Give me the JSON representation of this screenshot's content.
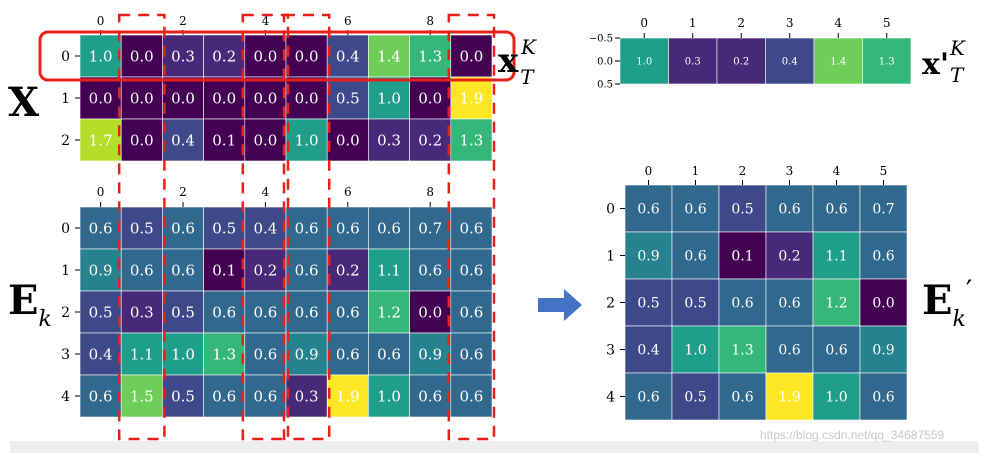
{
  "colors": {
    "viridis": [
      "#440154",
      "#482878",
      "#3e4989",
      "#31688e",
      "#26828e",
      "#1f9e89",
      "#35b779",
      "#6ece58",
      "#b5de2b",
      "#fde725"
    ],
    "highlight_red": "#e8201a",
    "arrow_blue": "#4472c4",
    "cell_text": "#ffffff"
  },
  "labels": {
    "x": "X",
    "e": "E",
    "e_sub": "k",
    "xt": "x",
    "xt_sub": "T",
    "xt_sup": "K",
    "xtp": "x",
    "xtp_prime": "'",
    "xtp_sub": "T",
    "xtp_sup": "K",
    "ep": "E",
    "ep_sub": "k",
    "ep_prime": "′"
  },
  "selected_columns": [
    1,
    4,
    5,
    9
  ],
  "watermark": "https://blog.csdn.net/qq_34687559",
  "chart_data": [
    {
      "type": "heatmap",
      "id": "X",
      "col_ticks": [
        "0",
        "2",
        "4",
        "6",
        "8"
      ],
      "col_tick_index": [
        0,
        2,
        4,
        6,
        8
      ],
      "row_labels": [
        "0",
        "1",
        "2"
      ],
      "values": [
        [
          1.0,
          0.0,
          0.3,
          0.2,
          0.0,
          0.0,
          0.4,
          1.4,
          1.3,
          0.0
        ],
        [
          0.0,
          0.0,
          0.0,
          0.0,
          0.0,
          0.0,
          0.5,
          1.0,
          0.0,
          1.9
        ],
        [
          1.7,
          0.0,
          0.4,
          0.1,
          0.0,
          1.0,
          0.0,
          0.3,
          0.2,
          1.3
        ]
      ],
      "highlight_row": 0
    },
    {
      "type": "heatmap",
      "id": "Ek",
      "col_ticks": [
        "0",
        "2",
        "4",
        "6",
        "8"
      ],
      "col_tick_index": [
        0,
        2,
        4,
        6,
        8
      ],
      "row_labels": [
        "0",
        "1",
        "2",
        "3",
        "4"
      ],
      "values": [
        [
          0.6,
          0.5,
          0.6,
          0.5,
          0.4,
          0.6,
          0.6,
          0.6,
          0.7,
          0.6
        ],
        [
          0.9,
          0.6,
          0.6,
          0.1,
          0.2,
          0.6,
          0.2,
          1.1,
          0.6,
          0.6
        ],
        [
          0.5,
          0.3,
          0.5,
          0.6,
          0.6,
          0.6,
          0.6,
          1.2,
          0.0,
          0.6
        ],
        [
          0.4,
          1.1,
          1.0,
          1.3,
          0.6,
          0.9,
          0.6,
          0.6,
          0.9,
          0.6
        ],
        [
          0.6,
          1.5,
          0.5,
          0.6,
          0.6,
          0.3,
          1.9,
          1.0,
          0.6,
          0.6
        ]
      ]
    },
    {
      "type": "heatmap",
      "id": "xTK_prime",
      "col_ticks": [
        "0",
        "1",
        "2",
        "3",
        "4",
        "5"
      ],
      "col_tick_index": [
        0,
        1,
        2,
        3,
        4,
        5
      ],
      "row_labels": [
        "−0.5",
        "0.0",
        "0.5"
      ],
      "values": [
        [
          1.0,
          0.3,
          0.2,
          0.4,
          1.4,
          1.3
        ]
      ]
    },
    {
      "type": "heatmap",
      "id": "Ek_prime",
      "col_ticks": [
        "0",
        "1",
        "2",
        "3",
        "4",
        "5"
      ],
      "col_tick_index": [
        0,
        1,
        2,
        3,
        4,
        5
      ],
      "row_labels": [
        "0",
        "1",
        "2",
        "3",
        "4"
      ],
      "values": [
        [
          0.6,
          0.6,
          0.5,
          0.6,
          0.6,
          0.7
        ],
        [
          0.9,
          0.6,
          0.1,
          0.2,
          1.1,
          0.6
        ],
        [
          0.5,
          0.5,
          0.6,
          0.6,
          1.2,
          0.0
        ],
        [
          0.4,
          1.0,
          1.3,
          0.6,
          0.6,
          0.9
        ],
        [
          0.6,
          0.5,
          0.6,
          1.9,
          1.0,
          0.6
        ]
      ]
    }
  ]
}
